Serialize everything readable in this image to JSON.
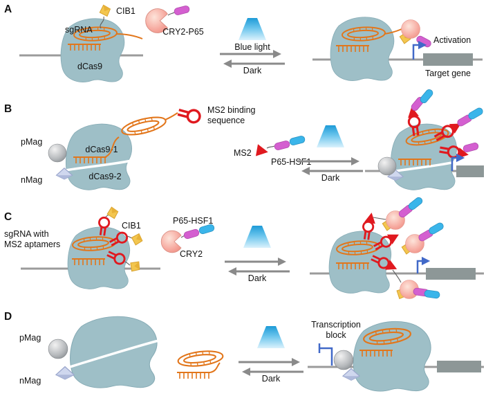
{
  "figure": {
    "description": "Optogenetic light-inducible CRISPR-dCas9 gene regulation schemes",
    "colors": {
      "dcas9_body": "#9ebfc7",
      "sgrna_orange": "#e2761b",
      "ms2_red": "#e0191f",
      "cib1_yellow": "#f3c64f",
      "cry2_pink": "#f5a79d",
      "p65_magenta": "#d45fd0",
      "hsf1_cyan": "#3ab5ea",
      "dna_gray": "#9b9b9b",
      "gene_box_gray": "#8d9797",
      "promoter_blue": "#4169c8",
      "arrow_gray": "#8a8a8a",
      "beam_blue": "#2aa8e0"
    }
  },
  "panels": {
    "a": {
      "label": "A",
      "sgrna": "sgRNA",
      "cib1": "CIB1",
      "dcas9": "dCas9",
      "cry2_p65": "CRY2-P65",
      "blue_light": "Blue light",
      "dark": "Dark",
      "activation": "Activation",
      "target_gene": "Target gene"
    },
    "b": {
      "label": "B",
      "pmag": "pMag",
      "nmag": "nMag",
      "dcas9_1": "dCas9-1",
      "dcas9_2": "dCas9-2",
      "ms2_binding_line1": "MS2 binding",
      "ms2_binding_line2": "sequence",
      "ms2": "MS2",
      "p65_hsf1": "P65-HSF1",
      "dark": "Dark"
    },
    "c": {
      "label": "C",
      "sgrna_line1": "sgRNA with",
      "sgrna_line2": "MS2 aptamers",
      "cib1": "CIB1",
      "p65_hsf1": "P65-HSF1",
      "cry2": "CRY2",
      "dark": "Dark"
    },
    "d": {
      "label": "D",
      "pmag": "pMag",
      "nmag": "nMag",
      "transcription_line1": "Transcription",
      "transcription_line2": "block",
      "dark": "Dark"
    }
  }
}
